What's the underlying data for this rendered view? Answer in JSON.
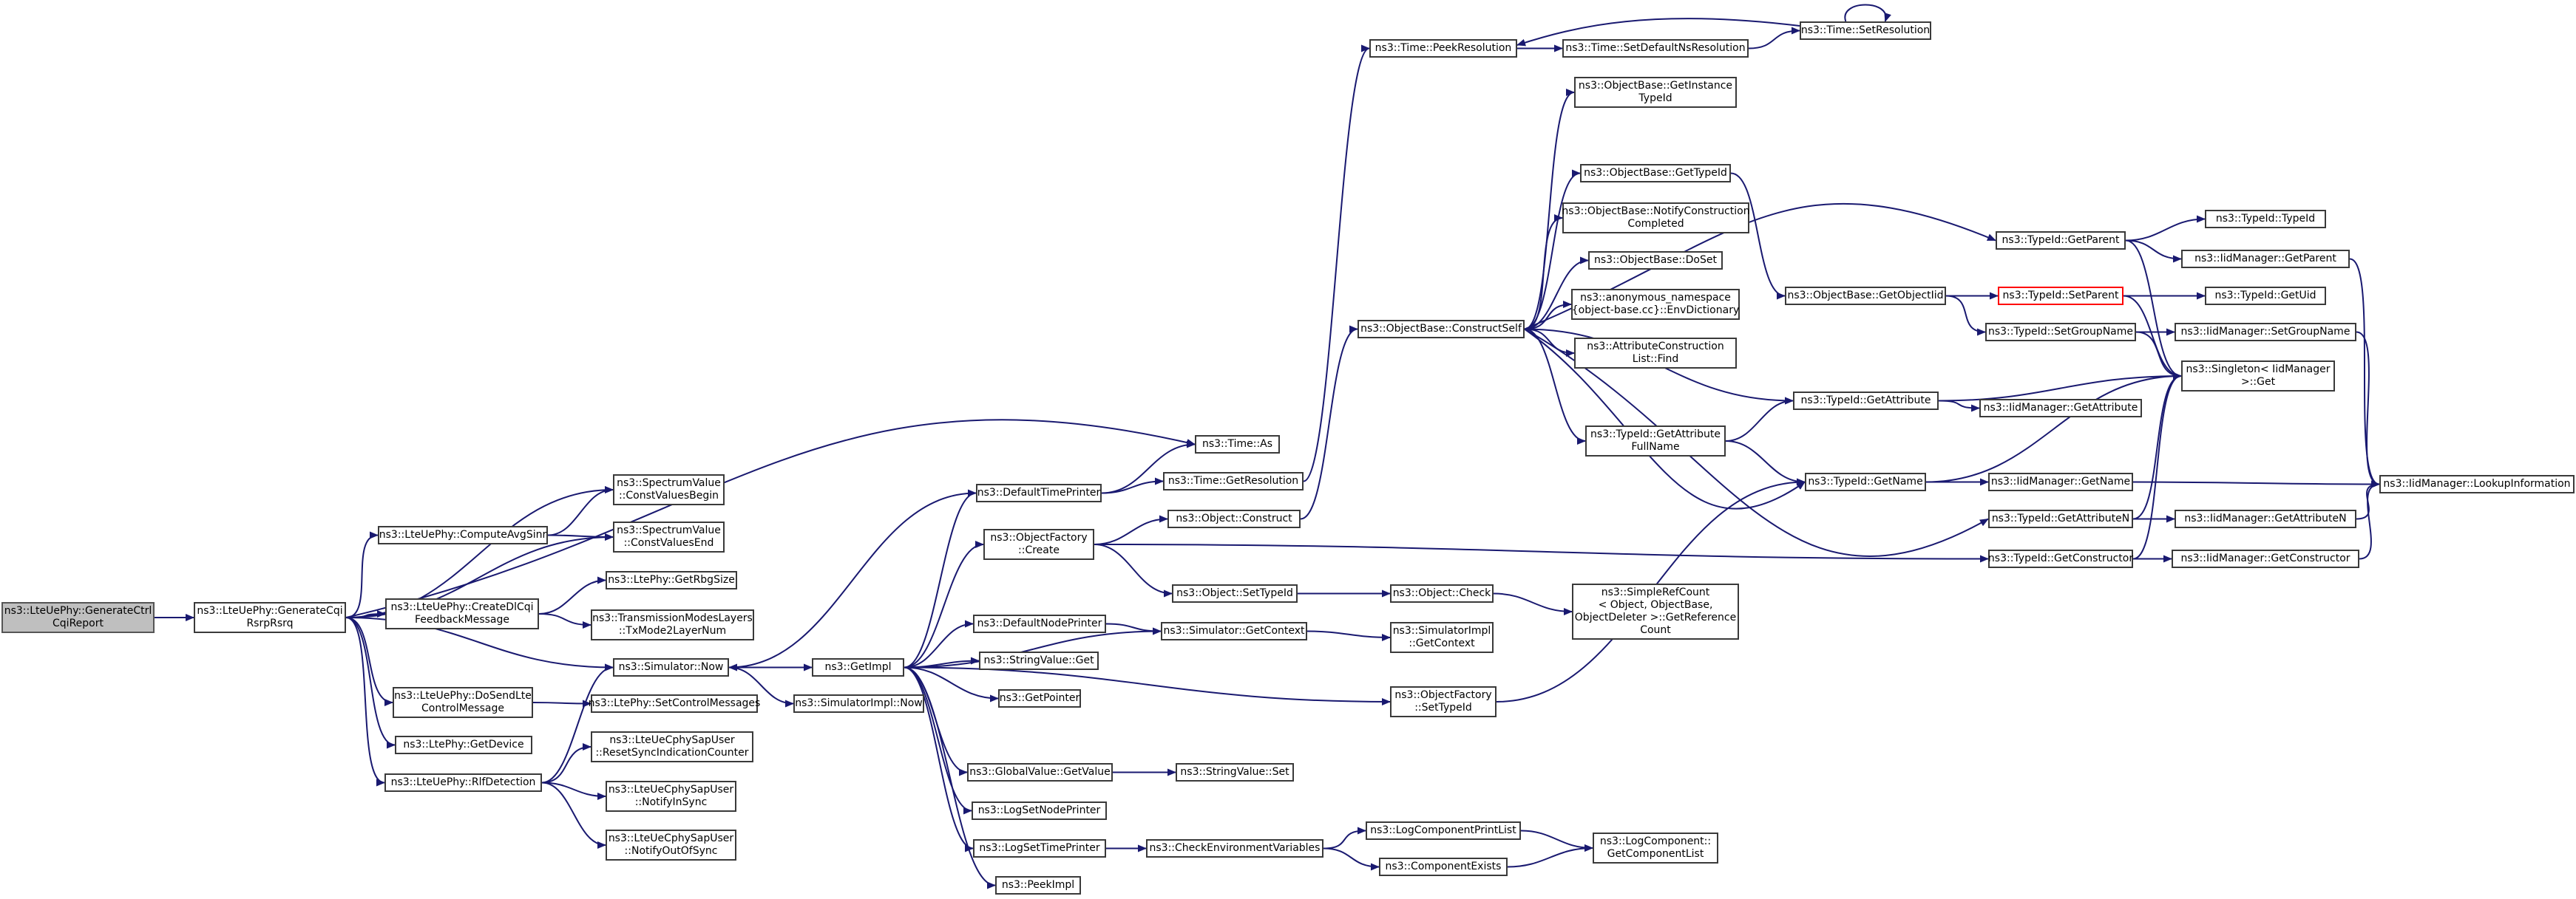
{
  "colors": {
    "edge": "#191970",
    "node_border": "#3a3a3a",
    "root_fill": "#bfbfbf",
    "highlight_border": "#ff0000"
  },
  "nodes": {
    "root": "ns3::LteUePhy::GenerateCtrl\nCqiReport",
    "gen_cqi": "ns3::LteUePhy::GenerateCqi\nRsrpRsrq",
    "compute_avg_sinr": "ns3::LteUePhy::ComputeAvgSinr",
    "create_dl_cqi": "ns3::LteUePhy::CreateDlCqi\nFeedbackMessage",
    "do_send_lte": "ns3::LteUePhy::DoSendLte\nControlMessage",
    "lte_get_device": "ns3::LtePhy::GetDevice",
    "rlf_detection": "ns3::LteUePhy::RlfDetection",
    "spec_begin": "ns3::SpectrumValue\n::ConstValuesBegin",
    "spec_end": "ns3::SpectrumValue\n::ConstValuesEnd",
    "get_rbg_size": "ns3::LtePhy::GetRbgSize",
    "tx_mode": "ns3::TransmissionModesLayers\n::TxMode2LayerNum",
    "sim_now": "ns3::Simulator::Now",
    "set_control_msgs": "ns3::LtePhy::SetControlMessages",
    "reset_sync": "ns3::LteUeCphySapUser\n::ResetSyncIndicationCounter",
    "notify_in_sync": "ns3::LteUeCphySapUser\n::NotifyInSync",
    "notify_out_of_sync": "ns3::LteUeCphySapUser\n::NotifyOutOfSync",
    "default_time_printer": "ns3::DefaultTimePrinter",
    "object_factory_create": "ns3::ObjectFactory\n::Create",
    "default_node_printer": "ns3::DefaultNodePrinter",
    "get_impl": "ns3::GetImpl",
    "string_value_get": "ns3::StringValue::Get",
    "get_pointer": "ns3::GetPointer",
    "sim_impl_now": "ns3::SimulatorImpl::Now",
    "global_value_get": "ns3::GlobalValue::GetValue",
    "log_set_node_printer": "ns3::LogSetNodePrinter",
    "log_set_time_printer": "ns3::LogSetTimePrinter",
    "peek_impl": "ns3::PeekImpl",
    "time_as": "ns3::Time::As",
    "time_get_resolution": "ns3::Time::GetResolution",
    "object_construct": "ns3::Object::Construct",
    "object_set_type_id": "ns3::Object::SetTypeId",
    "sim_get_context": "ns3::Simulator::GetContext",
    "string_value_set": "ns3::StringValue::Set",
    "check_env_vars": "ns3::CheckEnvironmentVariables",
    "time_peek_resolution": "ns3::Time::PeekResolution",
    "object_base_construct_self": "ns3::ObjectBase::ConstructSelf",
    "object_check": "ns3::Object::Check",
    "sim_impl_get_context": "ns3::SimulatorImpl\n::GetContext",
    "object_factory_set_type_id": "ns3::ObjectFactory\n::SetTypeId",
    "log_component_print_list": "ns3::LogComponentPrintList",
    "component_exists": "ns3::ComponentExists",
    "time_set_default_ns_resolution": "ns3::Time::SetDefaultNsResolution",
    "ob_get_instance_type_id": "ns3::ObjectBase::GetInstance\nTypeId",
    "ob_get_type_id": "ns3::ObjectBase::GetTypeId",
    "ob_notify_construction": "ns3::ObjectBase::NotifyConstruction\nCompleted",
    "ob_do_set": "ns3::ObjectBase::DoSet",
    "anon_env_dictionary": "ns3::anonymous_namespace\n{object-base.cc}::EnvDictionary",
    "attr_construction_list_find": "ns3::AttributeConstruction\nList::Find",
    "typeid_get_attribute_full_name": "ns3::TypeId::GetAttribute\nFullName",
    "simple_ref_count": "ns3::SimpleRefCount\n< Object, ObjectBase,\nObjectDeleter >::GetReference\nCount",
    "log_component_get_list": "ns3::LogComponent::\nGetComponentList",
    "time_set_resolution": "ns3::Time::SetResolution",
    "ob_get_object_iid": "ns3::ObjectBase::GetObjectIid",
    "typeid_get_attribute": "ns3::TypeId::GetAttribute",
    "typeid_get_name": "ns3::TypeId::GetName",
    "typeid_get_parent": "ns3::TypeId::GetParent",
    "typeid_set_parent": "ns3::TypeId::SetParent",
    "typeid_set_group_name": "ns3::TypeId::SetGroupName",
    "typeid_get_attribute_n": "ns3::TypeId::GetAttributeN",
    "typeid_get_constructor": "ns3::TypeId::GetConstructor",
    "typeid_typeid": "ns3::TypeId::TypeId",
    "iid_get_parent": "ns3::IidManager::GetParent",
    "typeid_get_uid": "ns3::TypeId::GetUid",
    "iid_set_group_name": "ns3::IidManager::SetGroupName",
    "singleton_get": "ns3::Singleton< IidManager\n>::Get",
    "iid_get_attribute": "ns3::IidManager::GetAttribute",
    "iid_get_name": "ns3::IidManager::GetName",
    "iid_get_attribute_n": "ns3::IidManager::GetAttributeN",
    "iid_get_constructor": "ns3::IidManager::GetConstructor",
    "iid_lookup_information": "ns3::IidManager::LookupInformation"
  }
}
